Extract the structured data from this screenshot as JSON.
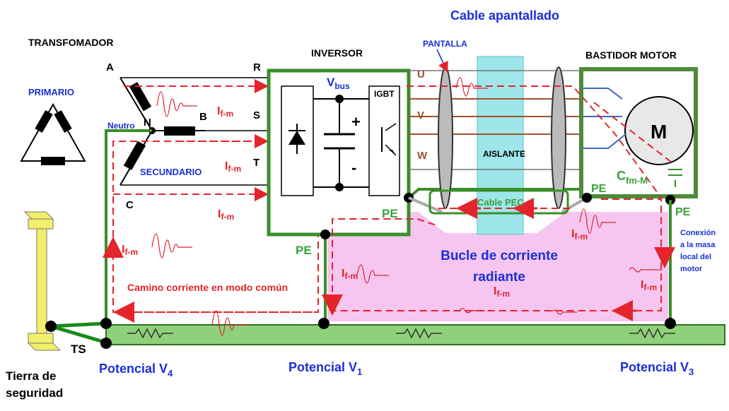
{
  "colors": {
    "ground_bar": "#8fd07a",
    "pe_green": "#3a8f2a",
    "loop_pink": "#f6c6f0",
    "insulator": "#9fe6ea",
    "current_red": "#e3242b",
    "label_blue": "#1a2fd6",
    "ts_yellow": "#f2ef6a"
  },
  "title_cable": "Cable apantallado",
  "transformer": {
    "title": "TRANSFOMADOR",
    "primary": "PRIMARIO",
    "secondary": "SECUNDARIO",
    "neutral": "Neutro",
    "A": "A",
    "B": "B",
    "C": "C",
    "N": "N"
  },
  "phases": {
    "R": "R",
    "S": "S",
    "T": "T",
    "U": "U",
    "V": "V",
    "W": "W"
  },
  "inverter": {
    "title": "INVERSOR",
    "vbus_main": "V",
    "vbus_sub": "bus",
    "igbt": "IGBT",
    "plus": "+",
    "minus": "-",
    "pe_inner": "PE"
  },
  "cable": {
    "shield": "PANTALLA",
    "insulator": "AISLANTE",
    "pec": "Cable PEC"
  },
  "motor": {
    "title": "BASTIDOR MOTOR",
    "symbol": "M",
    "cap_main": "C",
    "cap_sub": "fm-M",
    "pe_inner": "PE",
    "pe_outer": "PE",
    "local_ground": [
      "Conexión",
      "a la masa",
      "local del",
      "motor"
    ]
  },
  "currents": {
    "main": "I",
    "sub": "f-m"
  },
  "loop_label": [
    "Bucle de corriente",
    "radiante"
  ],
  "common_mode": "Camino corriente en modo común",
  "pe_left": "PE",
  "ts": "TS",
  "safety_ground": [
    "Tierra de",
    "seguridad"
  ],
  "potentials": {
    "v4_main": "Potencial V",
    "v4_sub": "4",
    "v1_main": "Potencial V",
    "v1_sub": "1",
    "v3_main": "Potencial V",
    "v3_sub": "3"
  }
}
